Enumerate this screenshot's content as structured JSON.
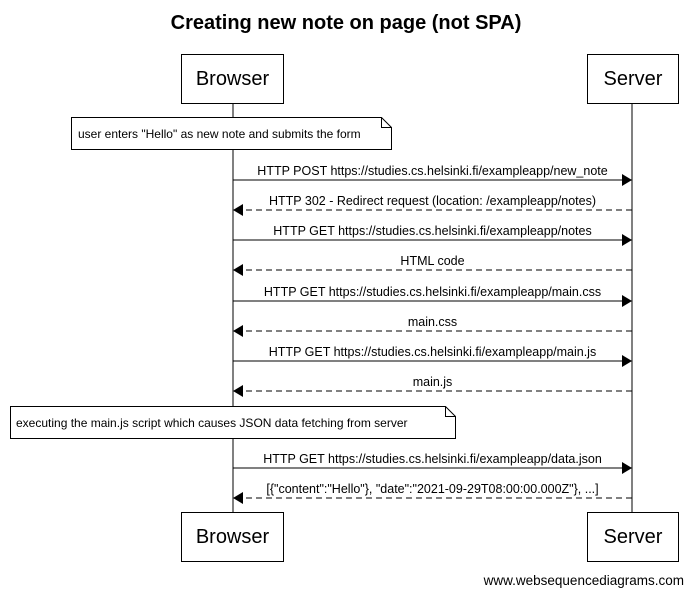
{
  "title": "Creating new note on page (not SPA)",
  "participants": [
    "Browser",
    "Server"
  ],
  "notes": [
    "user enters \"Hello\" as new note and submits the form",
    "executing the main.js script which causes JSON data fetching from server"
  ],
  "messages": [
    {
      "text": "HTTP POST https://studies.cs.helsinki.fi/exampleapp/new_note",
      "direction": "to-server",
      "style": "solid"
    },
    {
      "text": "HTTP 302 - Redirect request (location: /exampleapp/notes)",
      "direction": "to-browser",
      "style": "dashed"
    },
    {
      "text": "HTTP GET https://studies.cs.helsinki.fi/exampleapp/notes",
      "direction": "to-server",
      "style": "solid"
    },
    {
      "text": "HTML code",
      "direction": "to-browser",
      "style": "dashed"
    },
    {
      "text": "HTTP GET https://studies.cs.helsinki.fi/exampleapp/main.css",
      "direction": "to-server",
      "style": "solid"
    },
    {
      "text": "main.css",
      "direction": "to-browser",
      "style": "dashed"
    },
    {
      "text": "HTTP GET https://studies.cs.helsinki.fi/exampleapp/main.js",
      "direction": "to-server",
      "style": "solid"
    },
    {
      "text": "main.js",
      "direction": "to-browser",
      "style": "dashed"
    },
    {
      "text": "HTTP GET https://studies.cs.helsinki.fi/exampleapp/data.json",
      "direction": "to-server",
      "style": "solid"
    },
    {
      "text": "[{\"content\":\"Hello\"}, \"date\":\"2021-09-29T08:00:00.000Z\"}, ...]",
      "direction": "to-browser",
      "style": "dashed"
    }
  ],
  "footer": "www.websequencediagrams.com"
}
